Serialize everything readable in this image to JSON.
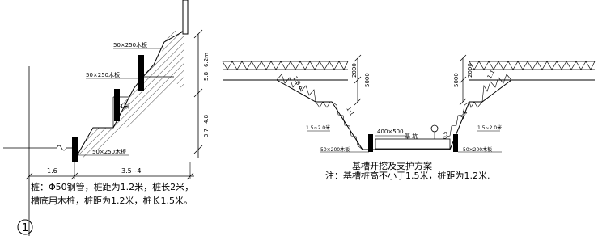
{
  "left_section": {
    "plank_labels": [
      "50×250木板",
      "50×250木板",
      "50×250木板"
    ],
    "step_label": "1米",
    "vertical_dims": [
      "5.8~6.2m",
      "3.7~4.8"
    ],
    "bottom_dims": [
      "1.6",
      "3.5~4"
    ],
    "notes": [
      "桩：Φ50钢管，桩距为1.2米，桩长2米，",
      "槽底用木桩，桩距为1.2米，桩长1.5米。"
    ],
    "marker": "1"
  },
  "right_section": {
    "title": "基槽开挖及支护方案",
    "note": "注：基槽桩高不小于1.5米，桩距为1.2米.",
    "depth_left": [
      "2000",
      "5000"
    ],
    "depth_right": [
      "2000",
      "5000"
    ],
    "slope_labels": [
      "1:0.6",
      "1:1",
      "1:1",
      "1:1"
    ],
    "berm_widths": [
      "1.5~2.0米",
      "1.5~2.0米"
    ],
    "pipe_label": "400×500",
    "tray_label": "基  坑",
    "small_dim": "0.5",
    "plank_labels": [
      "50×200木板",
      "50×200木板"
    ]
  }
}
